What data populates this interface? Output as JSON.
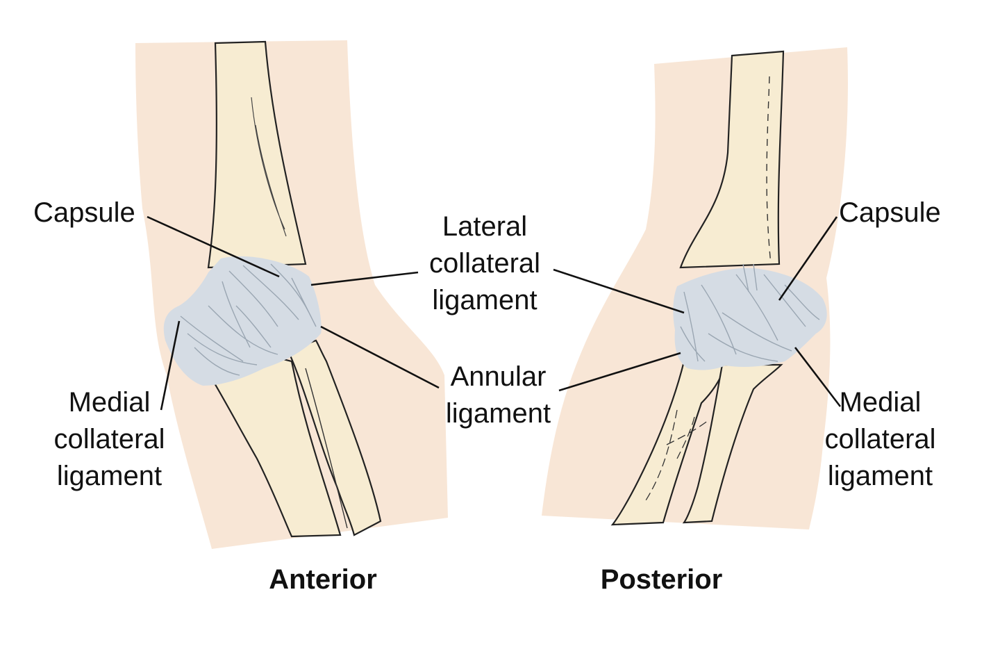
{
  "labels": {
    "anterior_capsule": [
      "Capsule"
    ],
    "posterior_capsule": [
      "Capsule"
    ],
    "lateral_collateral": [
      "Lateral",
      "collateral",
      "ligament"
    ],
    "annular": [
      "Annular",
      "ligament"
    ],
    "anterior_medial_collateral": [
      "Medial",
      "collateral",
      "ligament"
    ],
    "posterior_medial_collateral": [
      "Medial",
      "collateral",
      "ligament"
    ]
  },
  "captions": {
    "anterior": "Anterior",
    "posterior": "Posterior"
  },
  "colors": {
    "skin": "#f8e6d6",
    "bone": "#f7ecd2",
    "ligament": "#d5dce4",
    "ligament_fiber": "#9aa6b2",
    "outline": "#222222",
    "leader": "#111111"
  }
}
